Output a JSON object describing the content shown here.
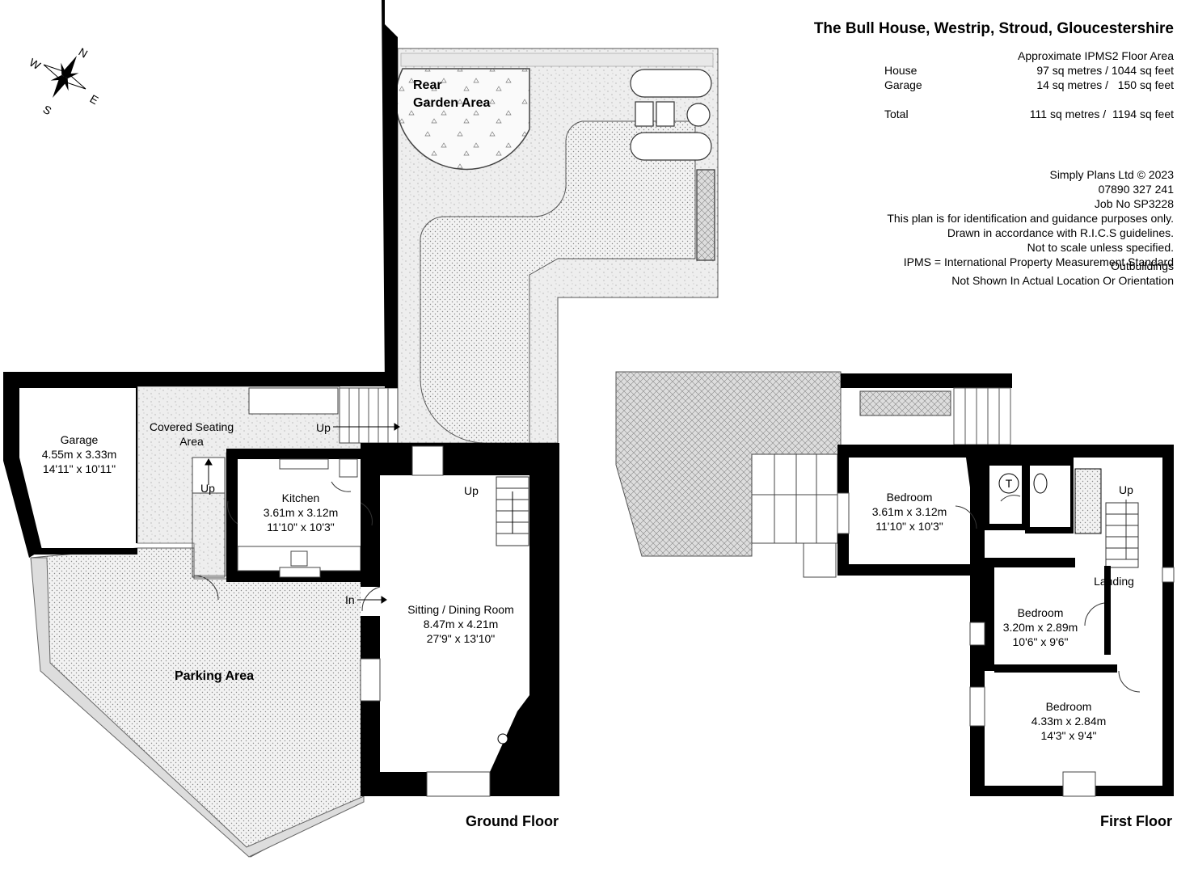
{
  "header": {
    "title": "The Bull House, Westrip, Stroud, Gloucestershire",
    "area_heading": "Approximate IPMS2 Floor Area",
    "areas": [
      {
        "label": "House",
        "value": "97 sq metres / 1044 sq feet"
      },
      {
        "label": "Garage",
        "value": "14 sq metres /   150 sq feet"
      },
      {
        "label": "Total",
        "value": "111 sq metres /  1194 sq feet"
      }
    ]
  },
  "credits": {
    "company": "Simply Plans Ltd © 2023",
    "phone": "07890 327 241",
    "job": "Job No SP3228",
    "note1": "This plan is for identification and guidance purposes only.",
    "note2": "Drawn in accordance with R.I.C.S guidelines.",
    "note3": "Not to scale unless specified.",
    "note4": "IPMS = International Property Measurement Standard"
  },
  "outbuildings": {
    "line1": "Outbuildings",
    "line2": "Not Shown In Actual Location Or Orientation"
  },
  "compass": {
    "n": "N",
    "e": "E",
    "s": "S",
    "w": "W"
  },
  "ground_floor": {
    "label": "Ground Floor",
    "rear_garden": [
      "Rear",
      "Garden Area"
    ],
    "garage": {
      "name": "Garage",
      "metric": "4.55m x 3.33m",
      "imperial": "14'11\" x 10'11\""
    },
    "covered_seating": [
      "Covered Seating",
      "Area"
    ],
    "kitchen": {
      "name": "Kitchen",
      "metric": "3.61m x 3.12m",
      "imperial": "11'10\" x 10'3\""
    },
    "sitting": {
      "name": "Sitting / Dining Room",
      "metric": "8.47m x 4.21m",
      "imperial": "27'9\" x 13'10\""
    },
    "parking": "Parking Area",
    "up_labels": [
      "Up",
      "Up",
      "Up"
    ],
    "in_label": "In"
  },
  "first_floor": {
    "label": "First Floor",
    "bedroom1": {
      "name": "Bedroom",
      "metric": "3.61m x 3.12m",
      "imperial": "11'10\" x 10'3\""
    },
    "bedroom2": {
      "name": "Bedroom",
      "metric": "3.20m x 2.89m",
      "imperial": "10'6\" x 9'6\""
    },
    "bedroom3": {
      "name": "Bedroom",
      "metric": "4.33m x 2.84m",
      "imperial": "14'3\" x 9'4\""
    },
    "landing": "Landing",
    "up_label": "Up",
    "wc_symbol": "T"
  }
}
